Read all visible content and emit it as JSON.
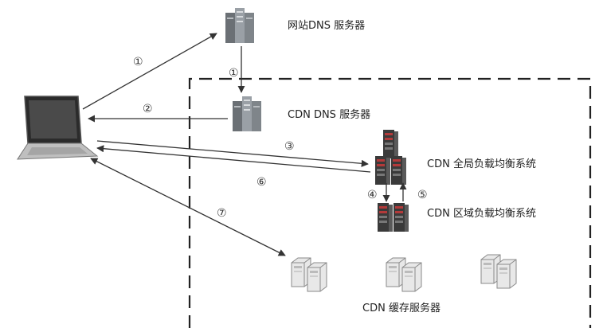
{
  "labels": {
    "site_dns": "网站DNS 服务器",
    "cdn_dns": "CDN DNS 服务器",
    "global_lb": "CDN  全局负载均衡系统",
    "regional_lb": "CDN  区域负载均衡系统",
    "cache_servers": "CDN  缓存服务器"
  },
  "steps": {
    "s1": "①",
    "s1b": "①",
    "s2": "②",
    "s3": "③",
    "s4": "④",
    "s5": "⑤",
    "s6": "⑥",
    "s7": "⑦"
  },
  "icons": {
    "client": "laptop-icon",
    "dns": "server-tower-icon",
    "lb": "server-rack-icon",
    "cache": "cache-server-icon"
  },
  "colors": {
    "line": "#333333",
    "server_face": "#9aa0a6",
    "server_side": "#6b7075",
    "rack_dark": "#3a3a3a",
    "rack_red": "#b33a3a",
    "cache_face": "#f2f2f2",
    "cache_edge": "#8a8a8a"
  }
}
